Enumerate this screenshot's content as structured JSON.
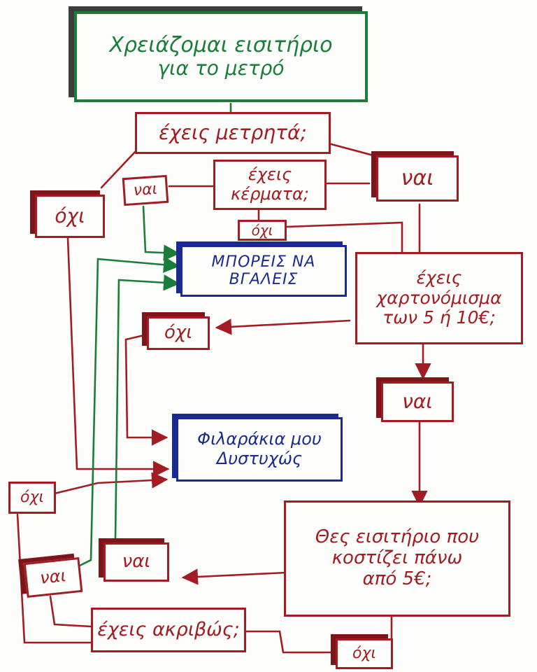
{
  "title": {
    "line1": "Χρειάζομαι εισιτήριο",
    "line2": "για το μετρό"
  },
  "questions": {
    "q_cash": "έχεις μετρητά;",
    "q_coins": "έχεις\nκέρματα;",
    "q_banknote": "έχεις\nχαρτονόμισμα\nτων 5 ή 10€;",
    "q_ticket_over5": "Θες εισιτήριο που\nκοστίζει πάνω\nαπό 5€;",
    "q_exact": "έχεις ακριβώς;"
  },
  "answers": {
    "yes_cash": "ναι",
    "no_cash": "όχι",
    "yes_coins": "ναι",
    "no_coins": "όχι",
    "no_banknote": "όχι",
    "yes_banknote": "ναι",
    "yes_ticket": "ναι",
    "no_ticket": "όχι",
    "yes_exact": "ναι",
    "no_exact": "όχι"
  },
  "outcomes": {
    "can_get": "ΜΠΟΡΕΙΣ ΝΑ\nΒΓΑΛΕΙΣ",
    "unlucky": "Φιλαράκια μου\nΔυστυχώς"
  },
  "colors": {
    "red": "#a11d23",
    "green": "#1c7d3a",
    "blue": "#1b2a8f"
  }
}
